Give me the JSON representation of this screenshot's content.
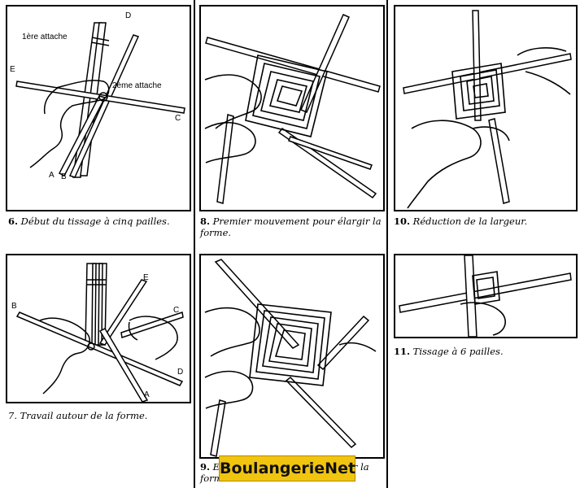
{
  "figures": {
    "fig6": {
      "number": "6.",
      "caption": "Début du tissage à cinq pailles.",
      "labels": {
        "attache1": "1ère attache",
        "attache2": "2ème attache",
        "A": "A",
        "B": "B",
        "C": "C",
        "D": "D",
        "E": "E"
      }
    },
    "fig7": {
      "number": "7.",
      "caption": "Travail autour de la forme.",
      "labels": {
        "A": "A",
        "B": "B",
        "C": "C",
        "D": "D",
        "E": "E"
      }
    },
    "fig8": {
      "number": "8.",
      "caption": "Premier mouvement pour élargir la forme."
    },
    "fig9": {
      "number": "9.",
      "caption_visible_start": "E",
      "caption_visible_end": "rgir la",
      "caption_line2": "forme."
    },
    "fig10": {
      "number": "10.",
      "caption": "Réduction de la largeur."
    },
    "fig11": {
      "number": "11.",
      "caption": "Tissage à 6 pailles."
    }
  },
  "watermark": {
    "text": "BoulangerieNet",
    "color": "#f1c40f"
  }
}
